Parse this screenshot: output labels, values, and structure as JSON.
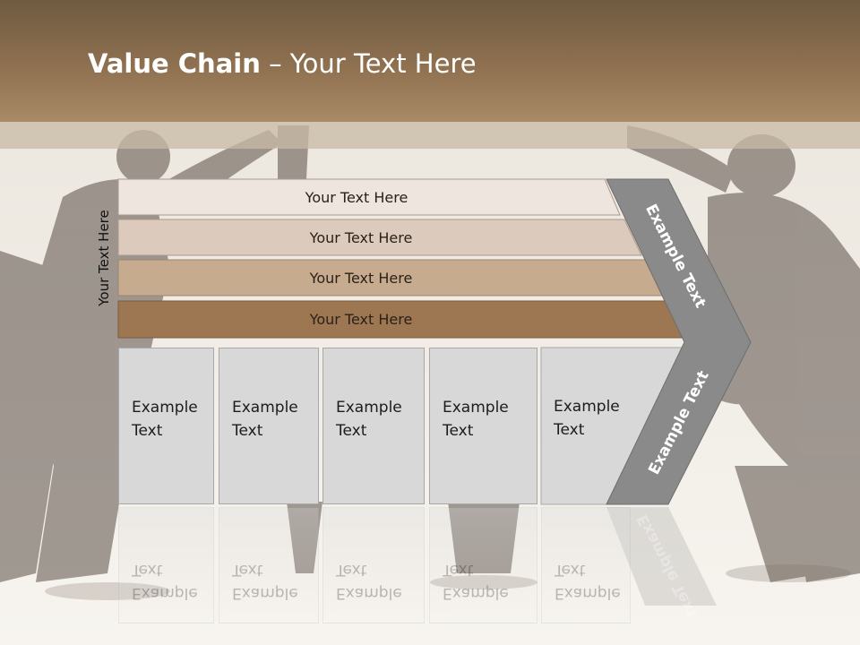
{
  "title": {
    "bold": "Value Chain",
    "rest": " – Your Text Here"
  },
  "side_label": "Your Text Here",
  "rows": [
    {
      "label": "Your Text Here"
    },
    {
      "label": "Your Text Here"
    },
    {
      "label": "Your Text Here"
    },
    {
      "label": "Your Text Here"
    }
  ],
  "columns": [
    {
      "line1": "Example",
      "line2": "Text"
    },
    {
      "line1": "Example",
      "line2": "Text"
    },
    {
      "line1": "Example",
      "line2": "Text"
    },
    {
      "line1": "Example",
      "line2": "Text"
    },
    {
      "line1": "Example",
      "line2": "Text"
    }
  ],
  "chevron": {
    "upper": "Example Text",
    "lower": "Example Text"
  },
  "colors": {
    "header": "#8f7150",
    "row1": "#ede5de",
    "row2": "#dccbbc",
    "row3": "#c7ab8e",
    "row4": "#9d7752",
    "chevron": "#8a8a8a",
    "column": "#d8d8d8"
  }
}
